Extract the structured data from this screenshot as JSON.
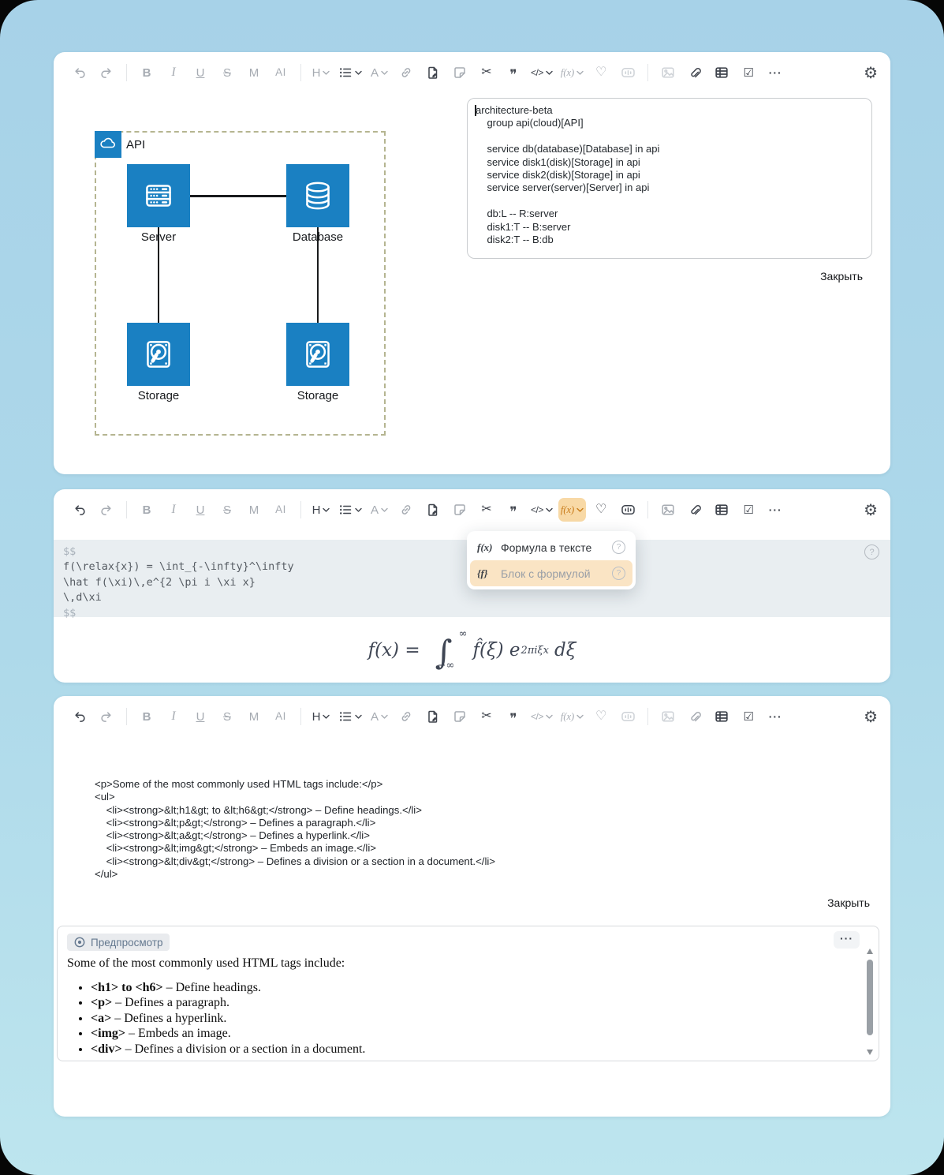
{
  "app": {
    "close_label": "Закрыть",
    "help_glyph": "?",
    "colors": {
      "node_blue": "#1a80c2",
      "accent_orange": "#c87a17",
      "accent_orange_bg": "#f8d9a6",
      "menu_highlight_bg": "#fae4c4",
      "code_block_bg": "#e9eef1"
    }
  },
  "toolbar": {
    "items": [
      {
        "name": "undo-icon"
      },
      {
        "name": "redo-icon"
      },
      {
        "name": "divider"
      },
      {
        "name": "bold-icon",
        "glyph": "B"
      },
      {
        "name": "italic-icon",
        "glyph": "I"
      },
      {
        "name": "underline-icon",
        "glyph": "U"
      },
      {
        "name": "strikethrough-icon",
        "glyph": "S"
      },
      {
        "name": "mark-icon",
        "glyph": "M"
      },
      {
        "name": "ai-icon",
        "glyph": "AI"
      },
      {
        "name": "divider"
      },
      {
        "name": "heading-icon",
        "glyph": "H",
        "chevron": true
      },
      {
        "name": "list-icon",
        "chevron": true
      },
      {
        "name": "font-color-icon",
        "glyph": "A",
        "chevron": true
      },
      {
        "name": "link-icon"
      },
      {
        "name": "doc-edit-icon"
      },
      {
        "name": "sticker-icon"
      },
      {
        "name": "cut-icon",
        "glyph": "✂"
      },
      {
        "name": "quote-icon",
        "glyph": "❞"
      },
      {
        "name": "code-icon",
        "glyph": "</>",
        "chevron": true
      },
      {
        "name": "formula-icon",
        "glyph": "f(x)",
        "chevron": true
      },
      {
        "name": "heart-icon",
        "glyph": "♡"
      },
      {
        "name": "media-icon"
      },
      {
        "name": "divider"
      },
      {
        "name": "image-icon"
      },
      {
        "name": "attach-icon"
      },
      {
        "name": "table-icon"
      },
      {
        "name": "checkbox-icon",
        "glyph": "☑"
      },
      {
        "name": "more-icon",
        "glyph": "···"
      }
    ],
    "gear_glyph": "⚙"
  },
  "panels_toolbar_states": [
    [
      "g",
      "g",
      "",
      "g",
      "g",
      "g",
      "g",
      "g",
      "g",
      "",
      "g",
      "d",
      "g",
      "g",
      "d",
      "g",
      "d",
      "d",
      "d",
      "g",
      "g",
      "l",
      "",
      "l",
      "d",
      "d",
      "d",
      "d"
    ],
    [
      "d",
      "g",
      "",
      "g",
      "g",
      "g",
      "g",
      "g",
      "g",
      "",
      "d",
      "d",
      "g",
      "g",
      "d",
      "g",
      "d",
      "d",
      "d",
      "hl",
      "d",
      "d",
      "",
      "g",
      "d",
      "d",
      "d",
      "d"
    ],
    [
      "d",
      "g",
      "",
      "g",
      "g",
      "g",
      "g",
      "g",
      "g",
      "",
      "d",
      "d",
      "g",
      "g",
      "d",
      "g",
      "d",
      "d",
      "g",
      "g",
      "g",
      "l",
      "",
      "l",
      "g",
      "d",
      "d",
      "d"
    ]
  ],
  "panel_architecture": {
    "code_lines": [
      "architecture-beta",
      "    group api(cloud)[API]",
      "",
      "    service db(database)[Database] in api",
      "    service disk1(disk)[Storage] in api",
      "    service disk2(disk)[Storage] in api",
      "    service server(server)[Server] in api",
      "",
      "    db:L -- R:server",
      "    disk1:T -- B:server",
      "    disk2:T -- B:db"
    ],
    "diagram": {
      "group": "API",
      "nodes": [
        {
          "icon": "server",
          "label": "Server"
        },
        {
          "icon": "database",
          "label": "Database"
        },
        {
          "icon": "disk",
          "label": "Storage"
        },
        {
          "icon": "disk",
          "label": "Storage"
        }
      ]
    }
  },
  "panel_formula": {
    "code_lines": [
      "$$",
      "f(\\relax{x}) = \\int_{-\\infty}^\\infty",
      "\\hat f(\\xi)\\,e^{2 \\pi i \\xi x}",
      "\\,d\\xi",
      "$$"
    ],
    "menu": {
      "items": [
        {
          "icon_label": "f(x)",
          "label": "Формула в тексте",
          "highlighted": false
        },
        {
          "icon_label": "{f}",
          "label": "Блок с формулой",
          "highlighted": true
        }
      ]
    },
    "formula": {
      "lhs": "f(x) =",
      "integral": "∫",
      "sup": "∞",
      "sub": "−∞",
      "body": "f̂(ξ) e",
      "exponent": "2πiξx",
      "tail": "dξ"
    }
  },
  "panel_html": {
    "code_lines": [
      "<p>Some of the most commonly used HTML tags include:</p>",
      "<ul>",
      "    <li><strong>&lt;h1&gt; to &lt;h6&gt;</strong> – Define headings.</li>",
      "    <li><strong>&lt;p&gt;</strong> – Defines a paragraph.</li>",
      "    <li><strong>&lt;a&gt;</strong> – Defines a hyperlink.</li>",
      "    <li><strong>&lt;img&gt;</strong> – Embeds an image.</li>",
      "    <li><strong>&lt;div&gt;</strong> – Defines a division or a section in a document.</li>",
      "</ul>"
    ],
    "preview": {
      "badge": "Предпросмотр",
      "intro": "Some of the most commonly used HTML tags include:",
      "items": [
        {
          "tag": "<h1> to <h6>",
          "desc": "– Define headings."
        },
        {
          "tag": "<p>",
          "desc": "– Defines a paragraph."
        },
        {
          "tag": "<a>",
          "desc": "– Defines a hyperlink."
        },
        {
          "tag": "<img>",
          "desc": "– Embeds an image."
        },
        {
          "tag": "<div>",
          "desc": "– Defines a division or a section in a document."
        }
      ]
    }
  }
}
